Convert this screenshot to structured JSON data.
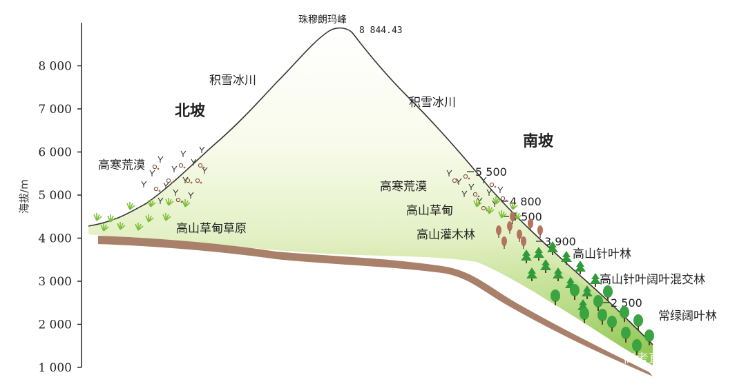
{
  "axis": {
    "title": "海拔/m",
    "ticks": [
      "1 000",
      "2 000",
      "3 000",
      "4 000",
      "5 000",
      "6 000",
      "7 000",
      "8 000"
    ]
  },
  "peak": {
    "name": "珠穆朗玛峰",
    "elevation": "8 844.43"
  },
  "north": {
    "slope_label": "北坡",
    "glacier": "积雪冰川",
    "desert": "高寒荒漠",
    "meadow": "高山草甸草原"
  },
  "south": {
    "slope_label": "南坡",
    "glacier": "积雪冰川",
    "zones": [
      "高寒荒漠",
      "高山草甸",
      "高山灌木林",
      "高山针叶林",
      "高山针叶阔叶混交林",
      "常绿阔叶林"
    ],
    "boundaries": [
      "5 500",
      "4 800",
      "4 500",
      "3 900",
      "2 500"
    ]
  },
  "watermark": "高考直通车APP",
  "colors": {
    "mountain_light": "#f6f9e8",
    "mountain_green": "#9fce5f",
    "ground": "#a8806a",
    "tree": "#2f9a3a",
    "shrub": "#b5735e"
  }
}
